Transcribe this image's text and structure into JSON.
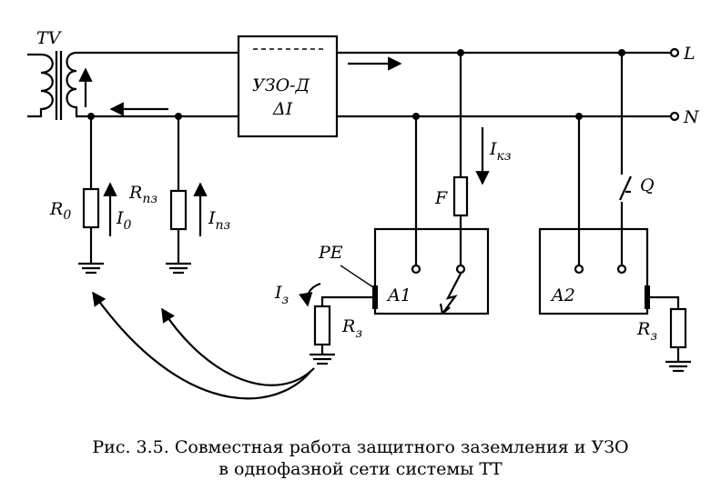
{
  "labels": {
    "transformer": "TV",
    "rcd_name": "УЗО-Д",
    "rcd_delta": "ΔI",
    "phase": "L",
    "neutral": "N",
    "r0": "R",
    "r0_sub": "0",
    "i0": "I",
    "i0_sub": "0",
    "rpz": "R",
    "rpz_sub": "пз",
    "ipz": "I",
    "ipz_sub": "пз",
    "ikz": "I",
    "ikz_sub": "кз",
    "fuse": "F",
    "switch": "Q",
    "pe": "PE",
    "iz": "I",
    "iz_sub": "з",
    "rz1": "R",
    "rz1_sub": "з",
    "a1": "A1",
    "a2": "A2",
    "rz2": "R",
    "rz2_sub": "з"
  },
  "caption": {
    "line1": "Рис. 3.5. Совместная работа защитного заземления и УЗО",
    "line2": "в однофазной сети системы ТТ"
  }
}
